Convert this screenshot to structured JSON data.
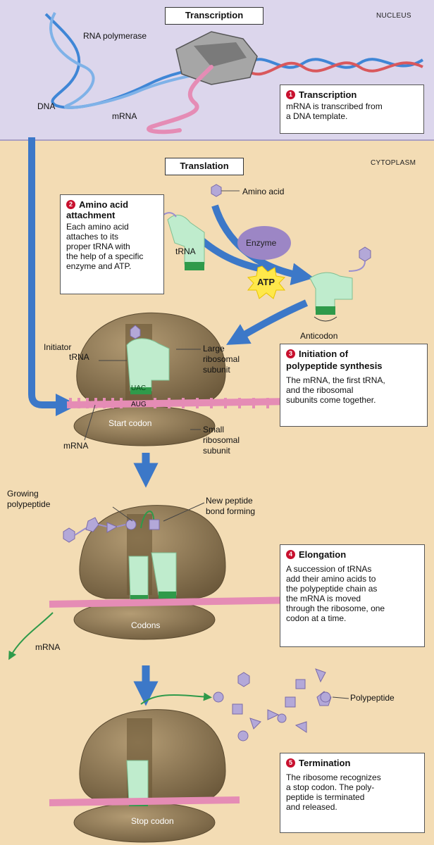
{
  "titles": {
    "transcription": "Transcription",
    "translation": "Translation"
  },
  "regions": {
    "nucleus": "NUCLEUS",
    "cytoplasm": "CYTOPLASM"
  },
  "labels": {
    "rna_polymerase": "RNA polymerase",
    "dna": "DNA",
    "mrna_top": "mRNA",
    "amino_acid": "Amino acid",
    "enzyme": "Enzyme",
    "atp": "ATP",
    "trna": "tRNA",
    "anticodon": "Anticodon",
    "initiator_trna_1": "Initiator",
    "initiator_trna_2": "tRNA",
    "large_subunit_1": "Large",
    "large_subunit_2": "ribosomal",
    "large_subunit_3": "subunit",
    "start_codon": "Start codon",
    "aug": "AUG",
    "uac": "UAC",
    "mrna_init": "mRNA",
    "small_subunit_1": "Small",
    "small_subunit_2": "ribosomal",
    "small_subunit_3": "subunit",
    "growing_1": "Growing",
    "growing_2": "polypeptide",
    "peptide_bond_1": "New peptide",
    "peptide_bond_2": "bond forming",
    "codons": "Codons",
    "mrna_elong": "mRNA",
    "polypeptide": "Polypeptide",
    "stop_codon": "Stop codon"
  },
  "steps": [
    {
      "num": "1",
      "title": "Transcription",
      "lines": [
        "mRNA is transcribed from",
        "a DNA template."
      ]
    },
    {
      "num": "2",
      "title": "Amino acid",
      "title2": "attachment",
      "lines": [
        "Each amino acid",
        "attaches to its",
        "proper tRNA with",
        "the help of a specific",
        "enzyme and ATP."
      ]
    },
    {
      "num": "3",
      "title": "Initiation of",
      "title2": "polypeptide synthesis",
      "lines": [
        "The mRNA, the first tRNA,",
        "and the ribosomal",
        "subunits come together."
      ]
    },
    {
      "num": "4",
      "title": "Elongation",
      "lines": [
        "A succession of tRNAs",
        "add their amino acids to",
        "the polypeptide chain as",
        "the mRNA is moved",
        "through the ribosome, one",
        "codon at a time."
      ]
    },
    {
      "num": "5",
      "title": "Termination",
      "lines": [
        "The ribosome recognizes",
        "a stop codon. The poly-",
        "peptide is terminated",
        "and released."
      ]
    }
  ],
  "colors": {
    "nucleus_bg": "#dcd6ec",
    "cytoplasm_bg": "#f3dcb4",
    "dna": "#3f86d6",
    "dna_red": "#d9585c",
    "mrna": "#e58cb5",
    "ribosome": "#8a7352",
    "trna": "#bfeccd",
    "trna_green": "#2f9a4a",
    "amino_acid": "#b3a8d8",
    "enzyme": "#9c86c5",
    "arrow": "#3c78c8",
    "step_num": "#c8102e"
  }
}
